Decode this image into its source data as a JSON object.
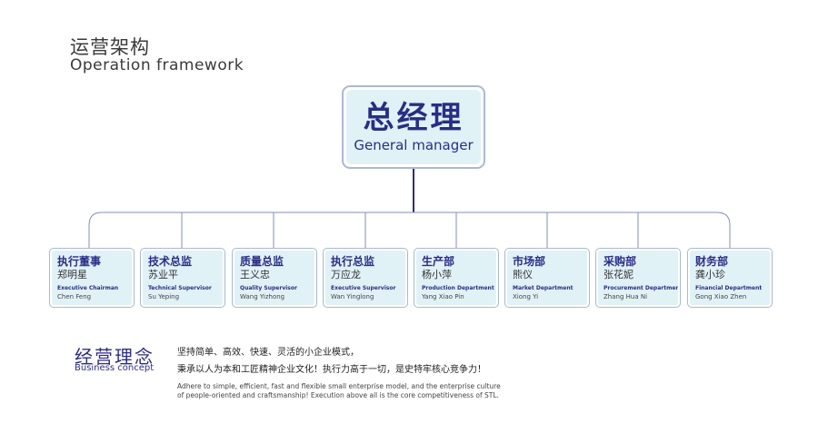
{
  "header": {
    "title_cn": "运营架构",
    "title_en": "Operation framework"
  },
  "top_node": {
    "title_cn": "总经理",
    "title_en": "General manager"
  },
  "departments": [
    {
      "title": "执行董事",
      "name": "郑明星",
      "title_en": "Executive Chairman",
      "name_en": "Chen Feng"
    },
    {
      "title": "技术总监",
      "name": "苏业平",
      "title_en": "Technical Supervisor",
      "name_en": "Su Yeping"
    },
    {
      "title": "质量总监",
      "name": "王义忠",
      "title_en": "Quality Supervisor",
      "name_en": "Wang Yizhong"
    },
    {
      "title": "执行总监",
      "name": "万应龙",
      "title_en": "Executive Supervisor",
      "name_en": "Wan Yinglong"
    },
    {
      "title": "生产部",
      "name": "杨小萍",
      "title_en": "Production Department",
      "name_en": "Yang Xiao Pin"
    },
    {
      "title": "市场部",
      "name": "熊仪",
      "title_en": "Market Department",
      "name_en": "Xiong Yi"
    },
    {
      "title": "采购部",
      "name": "张花妮",
      "title_en": "Procurement Department",
      "name_en": "Zhang Hua Ni"
    },
    {
      "title": "财务部",
      "name": "龚小珍",
      "title_en": "Financial Department",
      "name_en": "Gong Xiao Zhen"
    }
  ],
  "business_concept": {
    "title_cn": "经营理念",
    "title_en": "Business concept",
    "line1": "坚持简单、高效、快速、灵活的小企业模式，",
    "line2": "秉承以人为本和工匠精神企业文化！执行力高于一切，是史特牢核心竞争力！",
    "line3": "Adhere to simple, efficient, fast and flexible small enterprise model, and the enterprise culture",
    "line4": "of people-oriented and craftsmanship! Execution above all is the core competitiveness of STL."
  },
  "colors": {
    "primary": "#2a2c8c",
    "box_fill": "#e1f2f7",
    "box_border": "#a9b8d6",
    "line": "#2a2c8c"
  }
}
